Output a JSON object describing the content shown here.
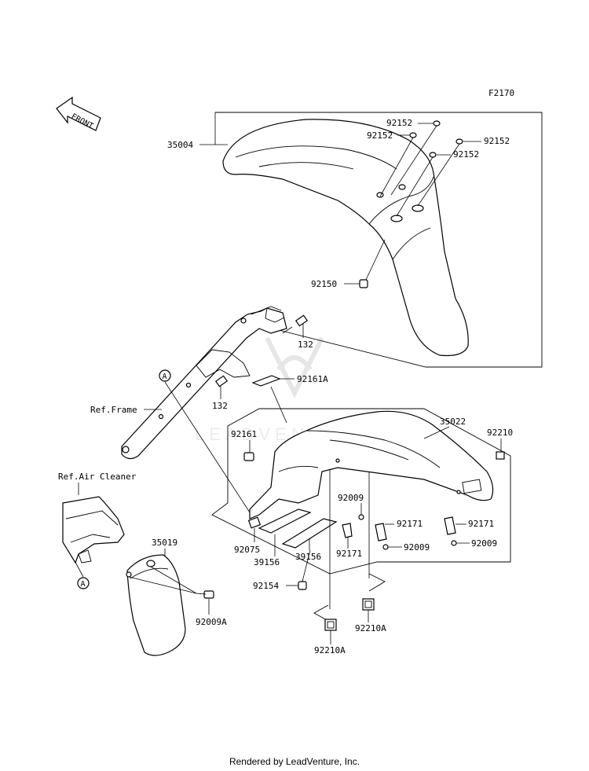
{
  "diagram_code": "F2170",
  "front_label": "FRONT",
  "watermark": "LEADVENTURE",
  "footer": "Rendered by LeadVenture, Inc.",
  "refs": {
    "frame": "Ref.Frame",
    "air_cleaner": "Ref.Air Cleaner",
    "circle_a": "A"
  },
  "parts": {
    "p35004": "35004",
    "p92152": "92152",
    "p92150": "92150",
    "p132": "132",
    "p92161A": "92161A",
    "p92161": "92161",
    "p35022": "35022",
    "p92210": "92210",
    "p92009": "92009",
    "p92171": "92171",
    "p92075": "92075",
    "p39156": "39156",
    "p92154": "92154",
    "p92210A": "92210A",
    "p35019": "35019",
    "p92009A": "92009A"
  }
}
